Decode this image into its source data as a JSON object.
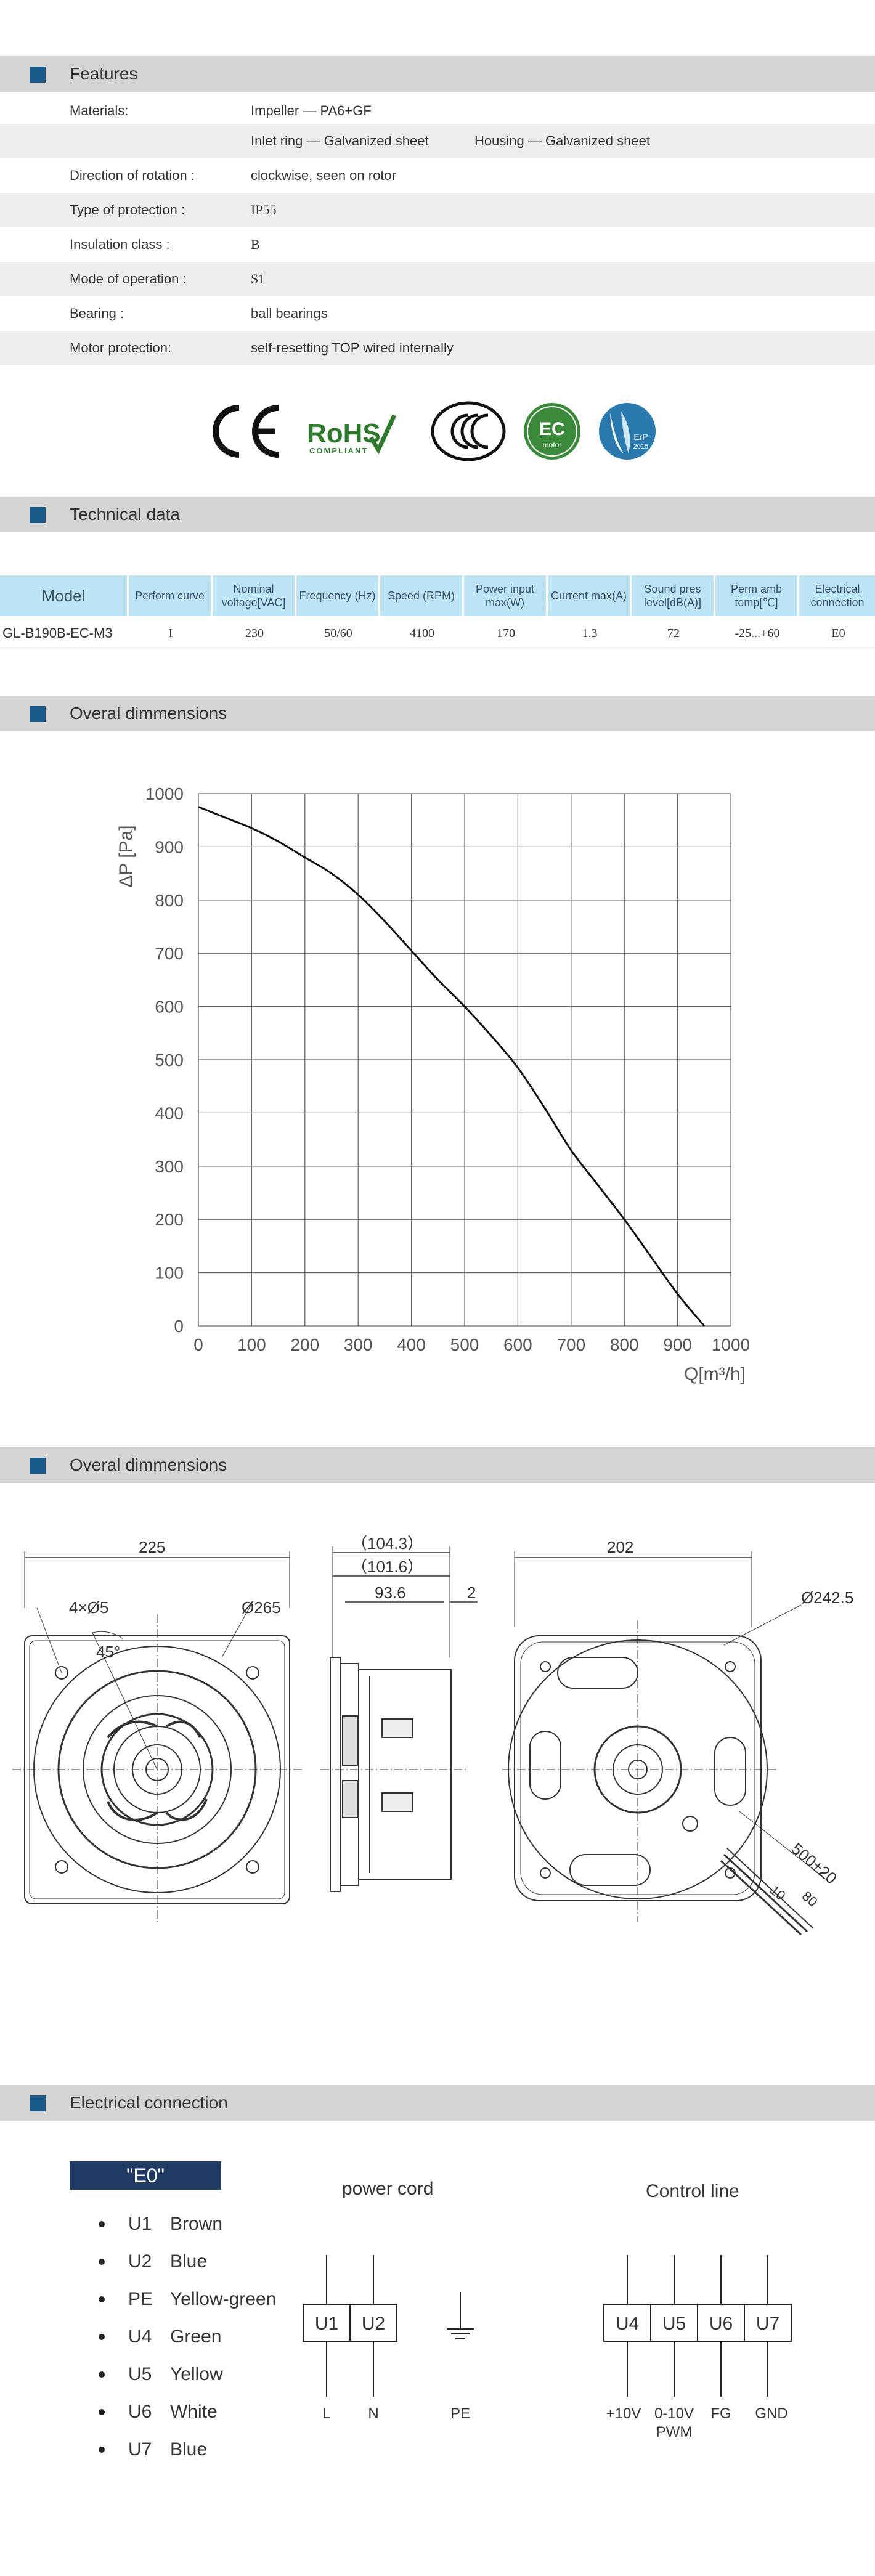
{
  "features": {
    "title": "Features",
    "rows": [
      {
        "label": "Materials:",
        "value": "Impeller — PA6+GF",
        "value2": ""
      },
      {
        "label": "",
        "value": "Inlet ring — Galvanized sheet",
        "value2": "Housing — Galvanized sheet"
      },
      {
        "label": "Direction  of  rotation  :",
        "value": "clockwise, seen on rotor",
        "value2": ""
      },
      {
        "label": "Type of protection :",
        "value": "IP55",
        "value2": ""
      },
      {
        "label": "Insulation  class :",
        "value": "B",
        "value2": ""
      },
      {
        "label": "Mode of operation :",
        "value": "S1",
        "value2": ""
      },
      {
        "label": "Bearing :",
        "value": "ball  bearings",
        "value2": ""
      },
      {
        "label": "Motor protection:",
        "value": "self-resetting TOP wired internally",
        "value2": ""
      }
    ]
  },
  "certs": {
    "ce": "CE",
    "rohs": "RoHS",
    "rohs_sub": "COMPLIANT",
    "ccc": "CCC",
    "ec_top": "EC",
    "ec_bottom": "motor",
    "erp": "ErP",
    "erp_year": "2015",
    "colors": {
      "ec": "#3a8a3a",
      "erp": "#2a7ab0",
      "rohs": "#2d7a2d"
    }
  },
  "technical": {
    "title": "Technical data",
    "headers": [
      "Model",
      "Perform curve",
      "Nominal voltage[VAC]",
      "Frequency (Hz)",
      "Speed (RPM)",
      "Power input max(W)",
      "Current max(A)",
      "Sound pres level[dB(A)]",
      "Perm amb temp[℃]",
      "Electrical connection"
    ],
    "row": [
      "GL-B190B-EC-M3",
      "I",
      "230",
      "50/60",
      "4100",
      "170",
      "1.3",
      "72",
      "-25...+60",
      "E0"
    ]
  },
  "curve_section": {
    "title": "Overal dimmensions"
  },
  "chart_data": {
    "type": "line",
    "xlabel": "Q[m³/h]",
    "ylabel": "ΔP [Pa]",
    "xlim": [
      0,
      1000
    ],
    "ylim": [
      0,
      1000
    ],
    "xticks": [
      "0",
      "100",
      "200",
      "300",
      "400",
      "500",
      "600",
      "700",
      "800",
      "900",
      "1000"
    ],
    "yticks": [
      "0",
      "100",
      "200",
      "300",
      "400",
      "500",
      "600",
      "700",
      "800",
      "900",
      "1000"
    ],
    "grid": true,
    "series": [
      {
        "x": [
          0,
          50,
          100,
          150,
          200,
          250,
          300,
          350,
          400,
          450,
          500,
          550,
          600,
          650,
          700,
          750,
          800,
          850,
          900,
          950
        ],
        "y": [
          975,
          955,
          935,
          910,
          880,
          850,
          810,
          760,
          705,
          650,
          600,
          545,
          485,
          410,
          330,
          265,
          200,
          130,
          60,
          0
        ]
      }
    ]
  },
  "dims_section": {
    "title": "Overal dimmensions",
    "labels": {
      "front_width": "225",
      "holes": "4×Ø5",
      "circle": "Ø265",
      "angle": "45°",
      "side_104": "（104.3）",
      "side_101": "（101.6）",
      "side_93": "93.6",
      "side_2": "2",
      "back_202": "202",
      "back_242": "Ø242.5",
      "cable": "500±20",
      "c10": "10",
      "c80": "80"
    }
  },
  "electrical": {
    "title": "Electrical  connection",
    "badge": "\"E0\"",
    "wires": [
      {
        "code": "U1",
        "color": "Brown"
      },
      {
        "code": "U2",
        "color": "Blue"
      },
      {
        "code": "PE",
        "color": "Yellow-green"
      },
      {
        "code": "U4",
        "color": "Green"
      },
      {
        "code": "U5",
        "color": "Yellow"
      },
      {
        "code": "U6",
        "color": "White"
      },
      {
        "code": "U7",
        "color": "Blue"
      }
    ],
    "power_cord": {
      "title": "power cord",
      "terms": [
        "U1",
        "U2"
      ],
      "labels": [
        "L",
        "N",
        "PE"
      ]
    },
    "control": {
      "title": "Control line",
      "terms": [
        "U4",
        "U5",
        "U6",
        "U7"
      ],
      "labels": [
        "+10V",
        "0-10V",
        "PWM",
        "FG",
        "GND"
      ]
    }
  }
}
